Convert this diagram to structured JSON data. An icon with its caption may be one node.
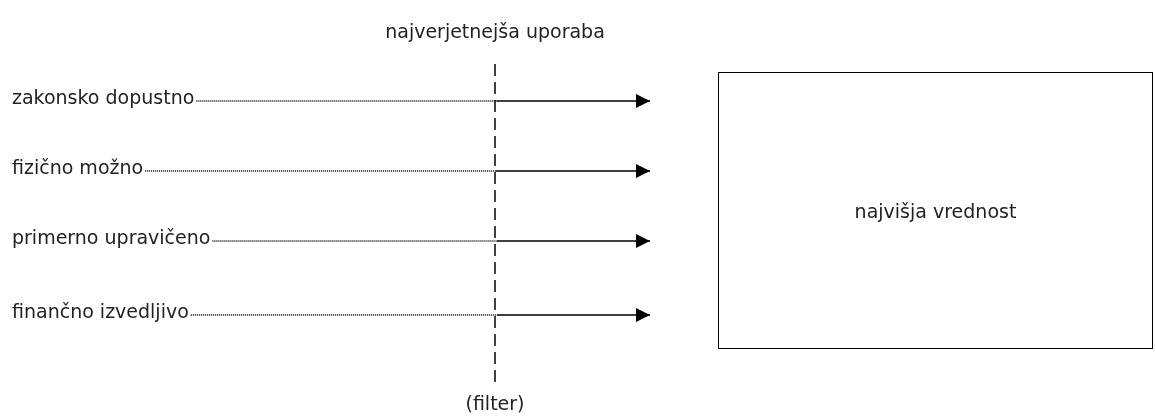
{
  "diagram": {
    "nodes": [
      {
        "text": [
          "zakonsko dopustno"
        ]
      },
      {
        "text": [
          "fizično možno"
        ]
      },
      {
        "text": [
          "primerno upravičeno"
        ]
      },
      {
        "text": [
          "finančno izvedljivo"
        ]
      },
      {
        "text": [
          "najvišja vrednost"
        ]
      }
    ],
    "edges": [
      {
        "from": 0,
        "to": null,
        "arrow": "to"
      },
      {
        "from": 1,
        "to": null,
        "arrow": "to"
      },
      {
        "from": 2,
        "to": null,
        "arrow": "to"
      },
      {
        "from": 3,
        "to": null,
        "arrow": "to"
      }
    ],
    "labels": [
      "najverjetnejša uporaba",
      "(filter)"
    ]
  }
}
